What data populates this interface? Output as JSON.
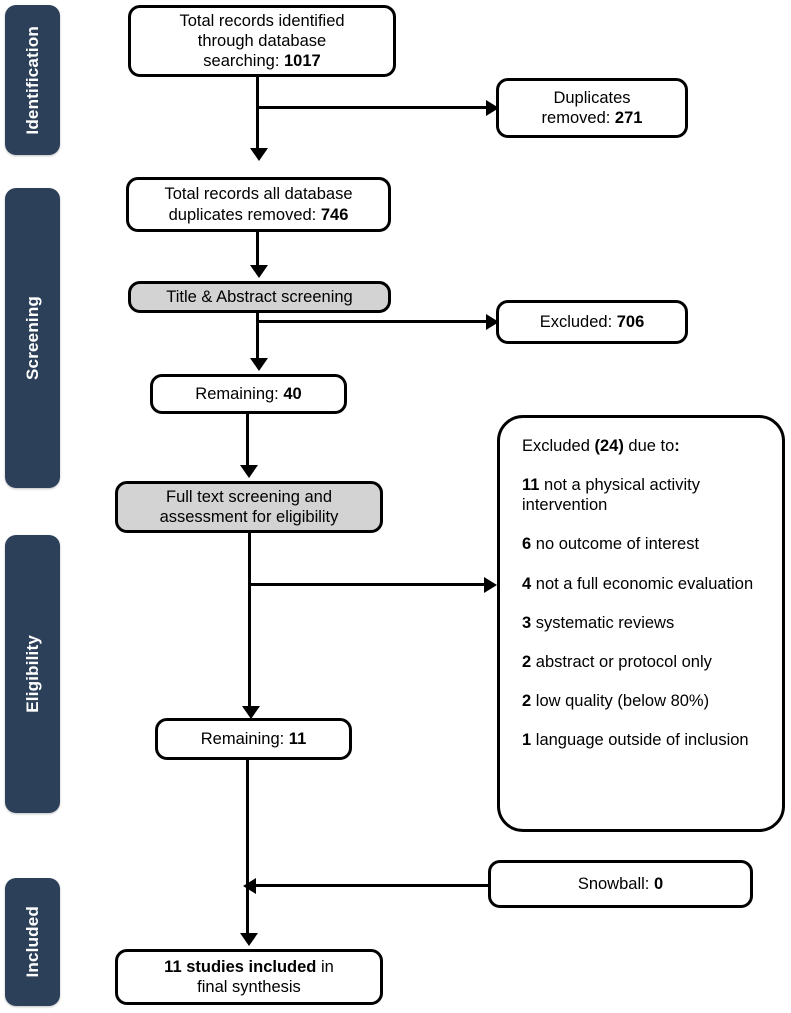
{
  "diagram": {
    "title": "PRISMA study selection flow diagram",
    "accent_color": "#2c4059",
    "shaded_box_color": "#d3d3d3",
    "border_color": "#000000",
    "background_color": "#ffffff"
  },
  "stages": [
    {
      "label": "Identification"
    },
    {
      "label": "Screening"
    },
    {
      "label": "Eligibility"
    },
    {
      "label": "Included"
    }
  ],
  "nodes": {
    "records_identified": {
      "line1": "Total records identified",
      "line2": "through database",
      "line3_prefix": "searching: ",
      "line3_value": "1017"
    },
    "duplicates_removed": {
      "line1": "Duplicates",
      "line2_prefix": "removed: ",
      "line2_value": "271"
    },
    "duplicates_removed_total": {
      "line1": "Total records all database",
      "line2_prefix": "duplicates removed: ",
      "line2_value": "746"
    },
    "title_abstract_screening": {
      "line1": "Title & Abstract screening"
    },
    "excluded_screening": {
      "prefix": "Excluded: ",
      "value": "706"
    },
    "remaining_after_screening": {
      "prefix": "Remaining: ",
      "value": "40"
    },
    "full_text_screening": {
      "line1": "Full text screening and",
      "line2": "assessment for eligibility"
    },
    "excluded_reasons": {
      "head_prefix": "Excluded ",
      "head_count": "(24)",
      "head_suffix": " due to",
      "head_colon": ":",
      "items": [
        {
          "count": "11",
          "text": " not a physical activity intervention"
        },
        {
          "count": "6",
          "text": " no outcome of interest"
        },
        {
          "count": "4",
          "text": " not a full economic evaluation"
        },
        {
          "count": "3",
          "text": " systematic reviews"
        },
        {
          "count": "2",
          "text": " abstract or protocol only"
        },
        {
          "count": "2",
          "text": " low quality (below 80%)"
        },
        {
          "count": "1",
          "text": " language outside of inclusion"
        }
      ]
    },
    "remaining_after_full_text": {
      "prefix": "Remaining: ",
      "value": "11"
    },
    "snowball": {
      "prefix": "Snowball: ",
      "value": "0"
    },
    "included_final": {
      "line1_bold": "11 studies included",
      "line1_rest": "  in",
      "line2": "final synthesis"
    }
  }
}
